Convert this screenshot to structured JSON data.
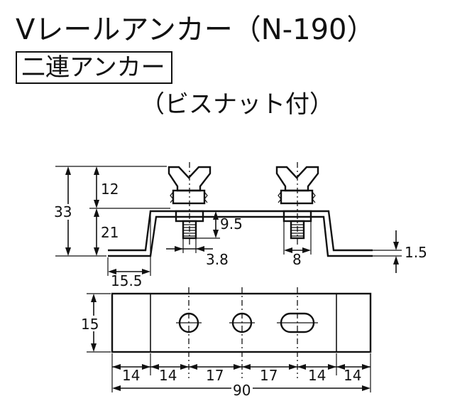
{
  "title": "Vレールアンカー（N-190）",
  "subtitle": "二連アンカー",
  "accessory": "（ビスナット付）",
  "side_view": {
    "dim_overall_height": "33",
    "dim_top": "12",
    "dim_bottom": "21",
    "dim_bolt_drop": "9.5",
    "dim_bolt_dia": "3.8",
    "dim_nut": "8",
    "dim_thickness": "1.5",
    "dim_flange": "15.5"
  },
  "plan_view": {
    "dim_width": "15",
    "segments": [
      "14",
      "14",
      "17",
      "17",
      "14",
      "14"
    ],
    "dim_total": "90"
  }
}
